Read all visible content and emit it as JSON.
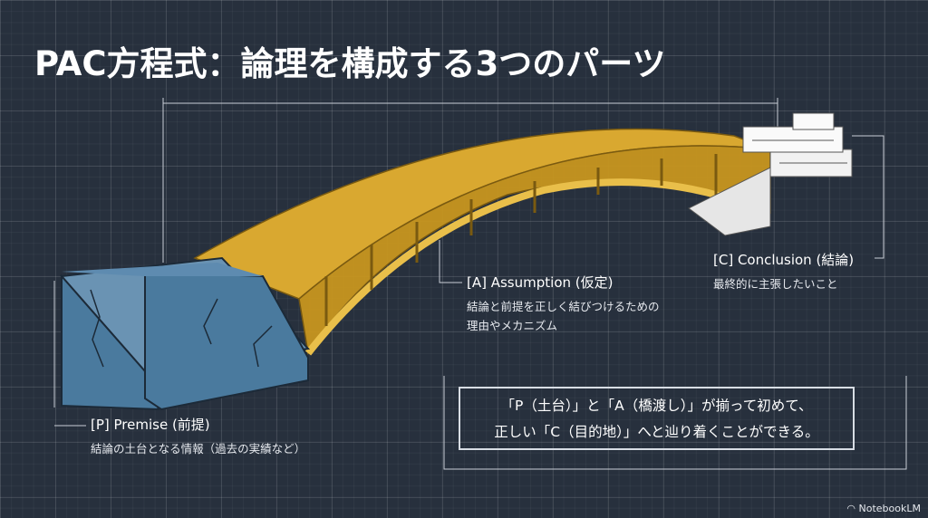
{
  "title": "PAC方程式：論理を構成する3つのパーツ",
  "premise": {
    "label": "[P] Premise (前提)",
    "description": "結論の土台となる情報（過去の実績など）"
  },
  "assumption": {
    "label": "[A] Assumption (仮定)",
    "description_lines": [
      "結論と前提を正しく結びつけるための",
      "理由やメカニズム"
    ]
  },
  "conclusion": {
    "label": "[C] Conclusion (結論)",
    "description": "最終的に主張したいこと"
  },
  "message_lines": [
    "「P（土台）」と「A（橋渡し）」が揃って初めて、",
    "正しい「C（目的地）」へと辿り着くことができる。"
  ],
  "brand": "NotebookLM",
  "colors": {
    "background": "#27303d",
    "block": "#4a7a9e",
    "bridge": "#d9a830",
    "building": "#f2f2f2"
  }
}
